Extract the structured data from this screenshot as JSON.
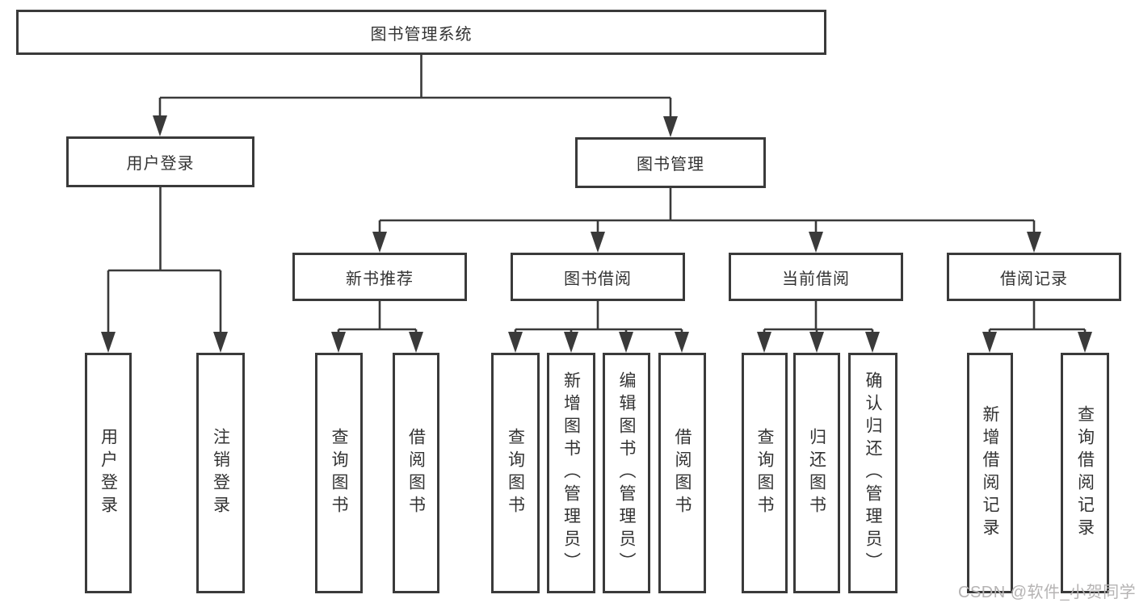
{
  "nodes": {
    "root": "图书管理系统",
    "user_login": "用户登录",
    "book_mgmt": "图书管理",
    "new_book_rec": "新书推荐",
    "book_borrow": "图书借阅",
    "current_borrow": "当前借阅",
    "borrow_records": "借阅记录",
    "ul_login": "用户登录",
    "ul_logout": "注销登录",
    "nb_query": "查询图书",
    "nb_borrow": "借阅图书",
    "bb_query": "查询图书",
    "bb_add": "新增图书（管理员）",
    "bb_edit": "编辑图书（管理员）",
    "bb_borrow": "借阅图书",
    "cb_query": "查询图书",
    "cb_return": "归还图书",
    "cb_confirm": "确认归还（管理员）",
    "br_add": "新增借阅记录",
    "br_query": "查询借阅记录"
  },
  "watermark": "CSDN @软件_小贺同学",
  "colors": {
    "line": "#3a3a3a",
    "box_border": "#3a3a3a",
    "box_fill": "#ffffff",
    "text": "#333333",
    "watermark": "#b5b3b3"
  }
}
